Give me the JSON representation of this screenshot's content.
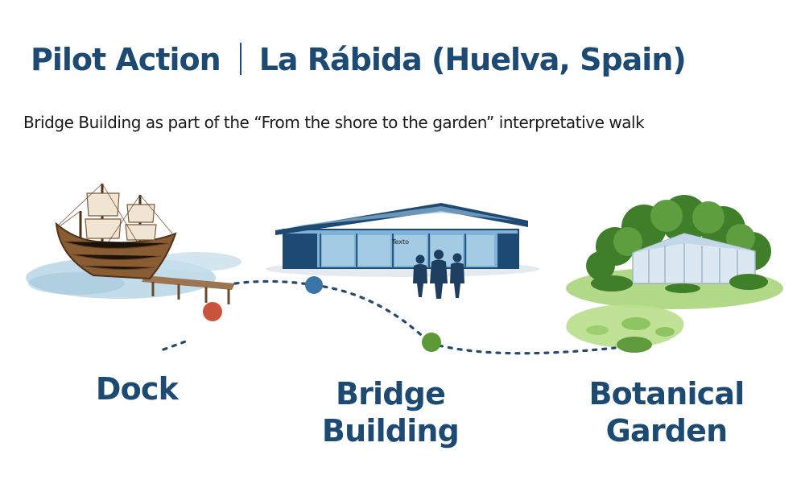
{
  "header": {
    "title_left": "Pilot Action",
    "title_right": "La Rábida (Huelva, Spain)",
    "subtitle": "Bridge Building as part of the “From the shore to the garden” interpretative walk"
  },
  "building": {
    "sign_text": "Texto"
  },
  "stops": [
    {
      "line1": "Dock",
      "line2": "",
      "marker_color": "#c9533c"
    },
    {
      "line1": "Bridge",
      "line2": "Building",
      "marker_color": "#3b74a6"
    },
    {
      "line1": "Botanical",
      "line2": "Garden",
      "marker_color": "#5b9a35"
    }
  ],
  "colors": {
    "brand": "#1d4a73",
    "path": "#234a70"
  }
}
